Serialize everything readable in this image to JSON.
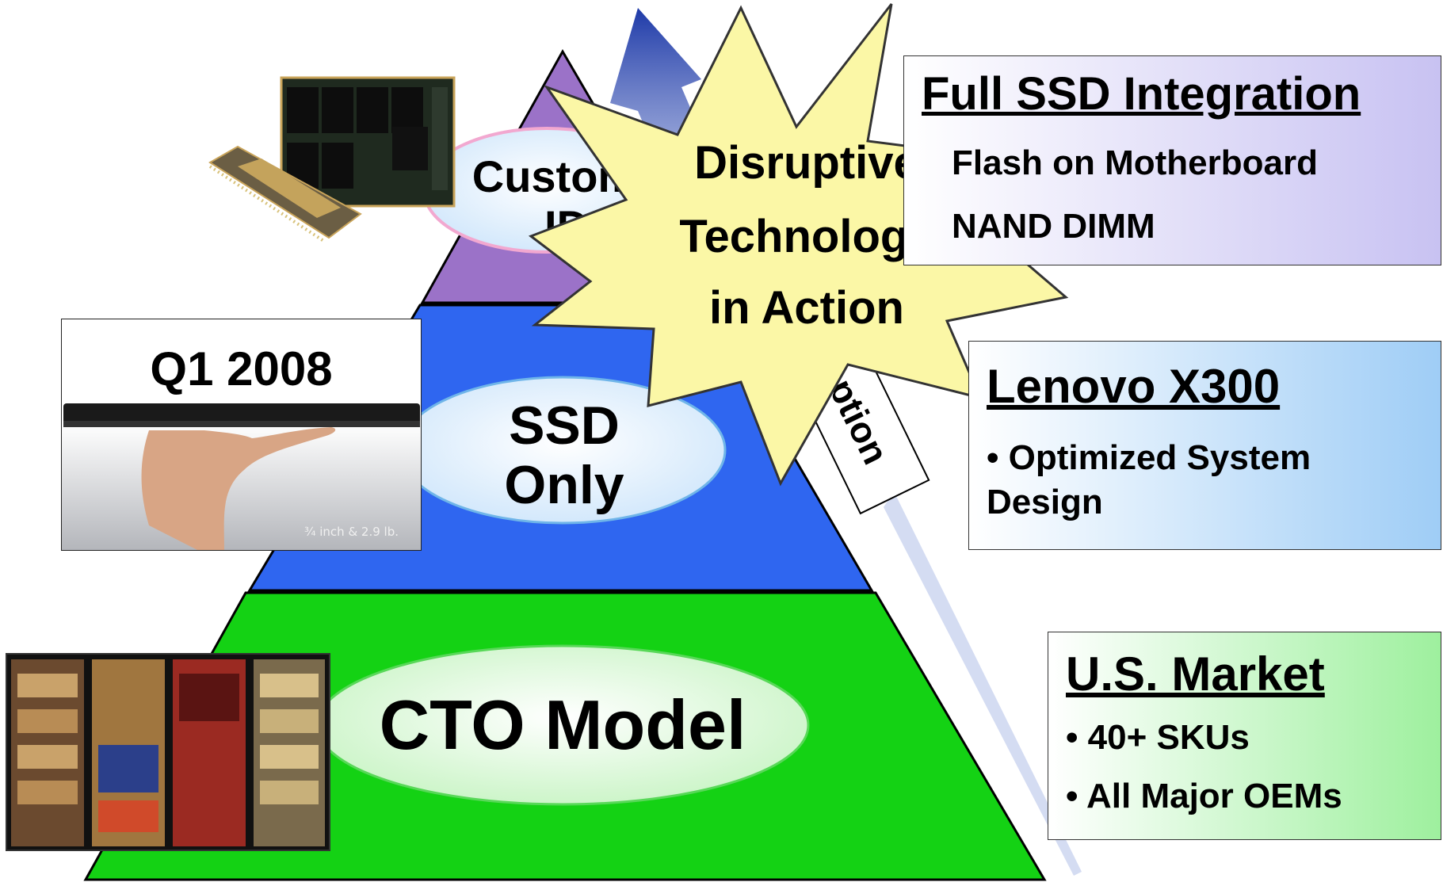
{
  "diagram": {
    "pyramid": {
      "levels": [
        {
          "label_lines": [
            "Custom",
            "ID"
          ],
          "color": "#9b72c8"
        },
        {
          "label_lines": [
            "SSD",
            "Only"
          ],
          "color": "#2f66f0"
        },
        {
          "label_lines": [
            "CTO Model"
          ],
          "color": "#14d214"
        }
      ]
    },
    "starburst": {
      "lines": [
        "Disruptive",
        "Technology",
        "in Action"
      ],
      "color": "#fbf7a6"
    },
    "arrow_label": "Adoption",
    "boxes": [
      {
        "title": "Full SSD Integration",
        "bullets": [
          "Flash on Motherboard",
          "NAND DIMM"
        ],
        "gradient": [
          "#ffffff",
          "#c8c2f2"
        ]
      },
      {
        "title": "Lenovo X300",
        "bullets": [
          "• Optimized System",
          "Design"
        ],
        "gradient": [
          "#ffffff",
          "#9fcdf6"
        ]
      },
      {
        "title": "U.S. Market",
        "bullets": [
          "• 40+ SKUs",
          "• All Major OEMs"
        ],
        "gradient": [
          "#ffffff",
          "#9ef09e"
        ]
      }
    ],
    "laptop_photo": {
      "heading": "Q1 2008",
      "caption": "¾ inch & 2.9 lb."
    }
  }
}
